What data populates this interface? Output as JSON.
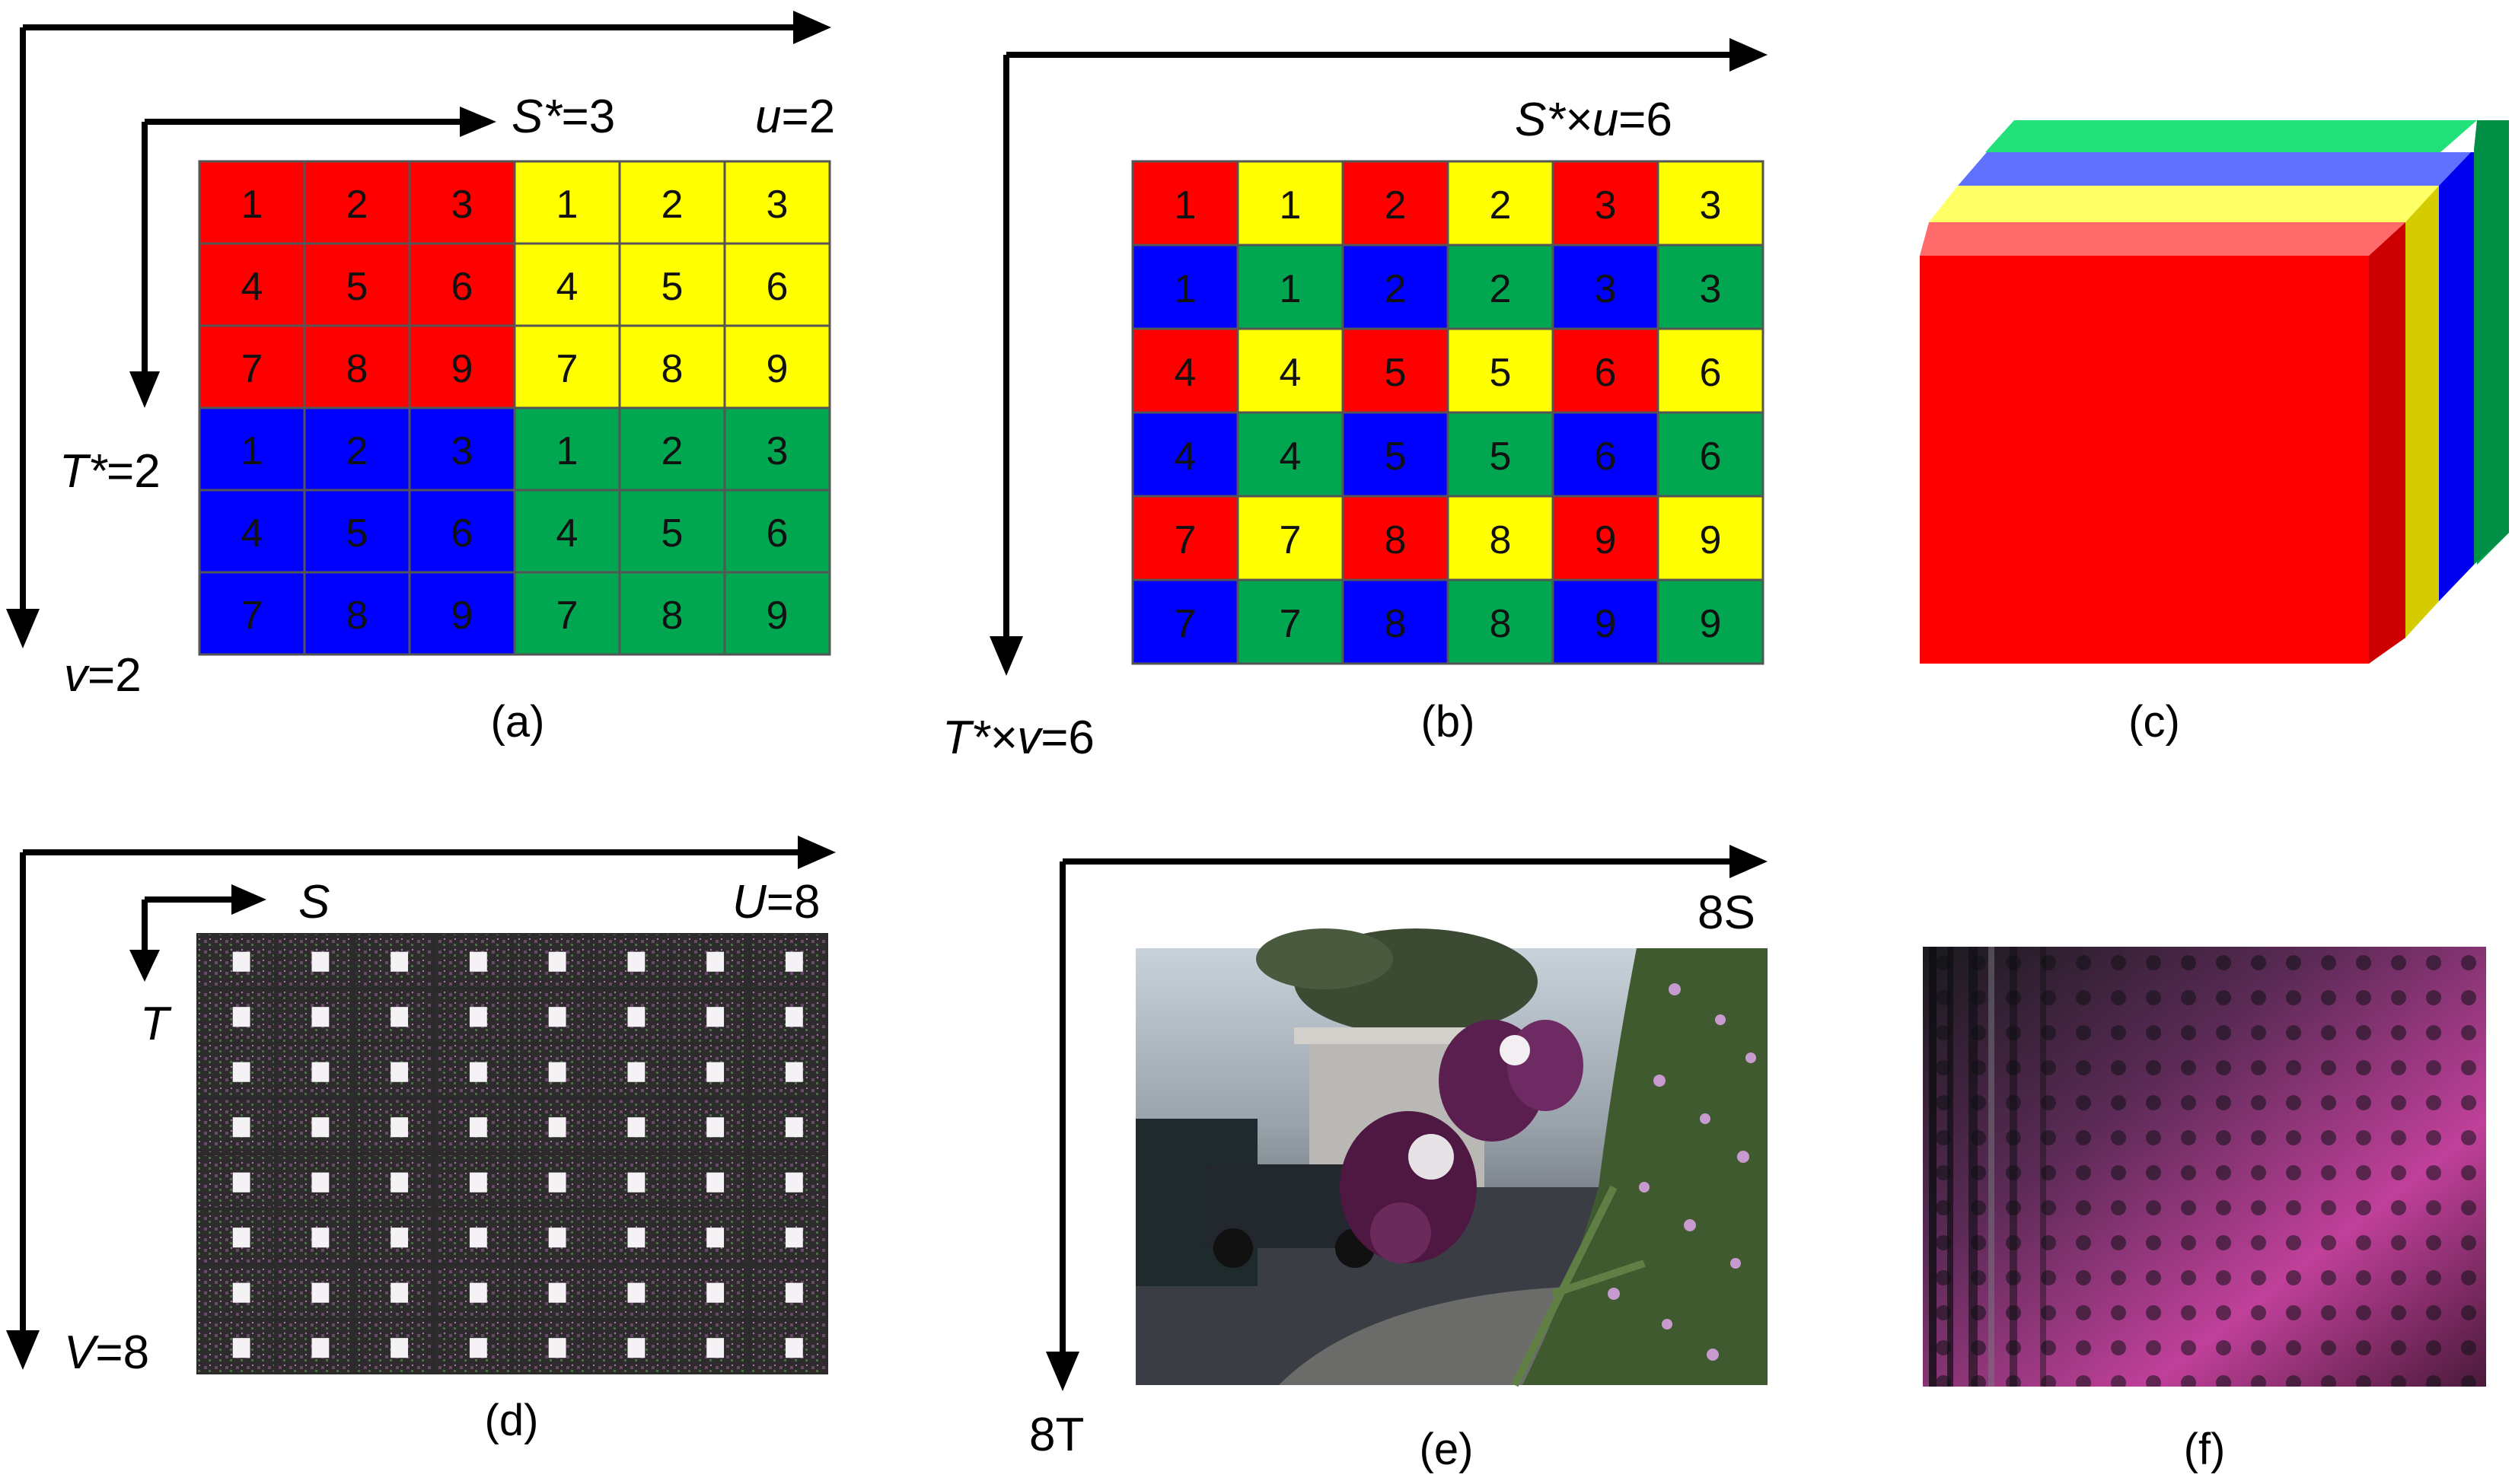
{
  "colors": {
    "red": "#ff0000",
    "yellow": "#ffff00",
    "blue": "#0000ff",
    "green": "#00a650",
    "cell_border": "#555555",
    "arrow": "#000000",
    "magenta": "#c0409a"
  },
  "panels": {
    "a": {
      "caption": "(a)",
      "top_label": {
        "var": "S*",
        "rest": "=3"
      },
      "right_label": {
        "var": "u",
        "rest": "=2"
      },
      "left_label": {
        "var": "T*",
        "rest": "=2"
      },
      "bottom_label": {
        "var": "v",
        "rest": "=2"
      },
      "rows": [
        [
          "1",
          "2",
          "3",
          "1",
          "2",
          "3"
        ],
        [
          "4",
          "5",
          "6",
          "4",
          "5",
          "6"
        ],
        [
          "7",
          "8",
          "9",
          "7",
          "8",
          "9"
        ],
        [
          "1",
          "2",
          "3",
          "1",
          "2",
          "3"
        ],
        [
          "4",
          "5",
          "6",
          "4",
          "5",
          "6"
        ],
        [
          "7",
          "8",
          "9",
          "7",
          "8",
          "9"
        ]
      ],
      "row_colors": [
        [
          "red",
          "red",
          "red",
          "yellow",
          "yellow",
          "yellow"
        ],
        [
          "red",
          "red",
          "red",
          "yellow",
          "yellow",
          "yellow"
        ],
        [
          "red",
          "red",
          "red",
          "yellow",
          "yellow",
          "yellow"
        ],
        [
          "blue",
          "blue",
          "blue",
          "green",
          "green",
          "green"
        ],
        [
          "blue",
          "blue",
          "blue",
          "green",
          "green",
          "green"
        ],
        [
          "blue",
          "blue",
          "blue",
          "green",
          "green",
          "green"
        ]
      ]
    },
    "b": {
      "caption": "(b)",
      "top_label": {
        "var": "S*×u",
        "rest": "=6"
      },
      "bottom_label": {
        "var": "T*×v",
        "rest": "=6"
      },
      "rows": [
        [
          "1",
          "1",
          "2",
          "2",
          "3",
          "3"
        ],
        [
          "1",
          "1",
          "2",
          "2",
          "3",
          "3"
        ],
        [
          "4",
          "4",
          "5",
          "5",
          "6",
          "6"
        ],
        [
          "4",
          "4",
          "5",
          "5",
          "6",
          "6"
        ],
        [
          "7",
          "7",
          "8",
          "8",
          "9",
          "9"
        ],
        [
          "7",
          "7",
          "8",
          "8",
          "9",
          "9"
        ]
      ],
      "row_colors": [
        [
          "red",
          "yellow",
          "red",
          "yellow",
          "red",
          "yellow"
        ],
        [
          "blue",
          "green",
          "blue",
          "green",
          "blue",
          "green"
        ],
        [
          "red",
          "yellow",
          "red",
          "yellow",
          "red",
          "yellow"
        ],
        [
          "blue",
          "green",
          "blue",
          "green",
          "blue",
          "green"
        ],
        [
          "red",
          "yellow",
          "red",
          "yellow",
          "red",
          "yellow"
        ],
        [
          "blue",
          "green",
          "blue",
          "green",
          "blue",
          "green"
        ]
      ]
    },
    "c": {
      "caption": "(c)",
      "layers": [
        "red",
        "yellow",
        "blue",
        "green"
      ]
    },
    "d": {
      "caption": "(d)",
      "inner_h_label": {
        "var": "S",
        "rest": ""
      },
      "inner_v_label": {
        "var": "T",
        "rest": ""
      },
      "right_label": {
        "var": "U",
        "rest": "=8"
      },
      "bottom_label": {
        "var": "V",
        "rest": "=8"
      },
      "grid": {
        "cols": 8,
        "rows": 8
      }
    },
    "e": {
      "caption": "(e)",
      "top_label": {
        "var": "8S",
        "rest": ""
      },
      "bottom_label": {
        "var": "8T",
        "rest": ""
      }
    },
    "f": {
      "caption": "(f)"
    }
  }
}
